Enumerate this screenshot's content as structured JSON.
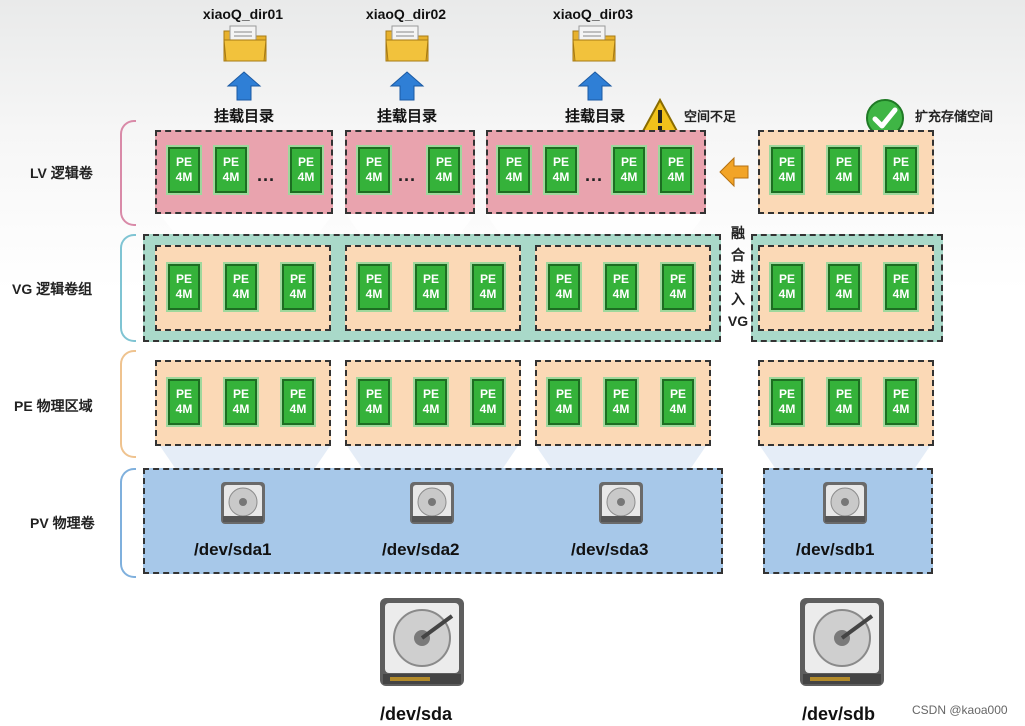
{
  "dirs": [
    "xiaoQ_dir01",
    "xiaoQ_dir02",
    "xiaoQ_dir03"
  ],
  "mount_label": "挂载目录",
  "warning_label": "空间不足",
  "extend_label": "扩充存储空间",
  "merge_label": [
    "融",
    "合",
    "进",
    "入",
    "VG"
  ],
  "layers": {
    "lv": "LV 逻辑卷",
    "vg": "VG 逻辑卷组",
    "pe": "PE 物理区域",
    "pv": "PV 物理卷"
  },
  "pe_top": "PE",
  "pe_bottom": "4M",
  "dots": "···",
  "partitions": [
    "/dev/sda1",
    "/dev/sda2",
    "/dev/sda3",
    "/dev/sdb1"
  ],
  "disks": [
    "/dev/sda",
    "/dev/sdb"
  ],
  "watermark": "CSDN @kaoa000",
  "colors": {
    "lv": "#e9a3ae",
    "peach": "#fbd9b6",
    "vg": "#a9d9c9",
    "pv": "#a7c8e9",
    "pe_green": "#35b23a"
  }
}
